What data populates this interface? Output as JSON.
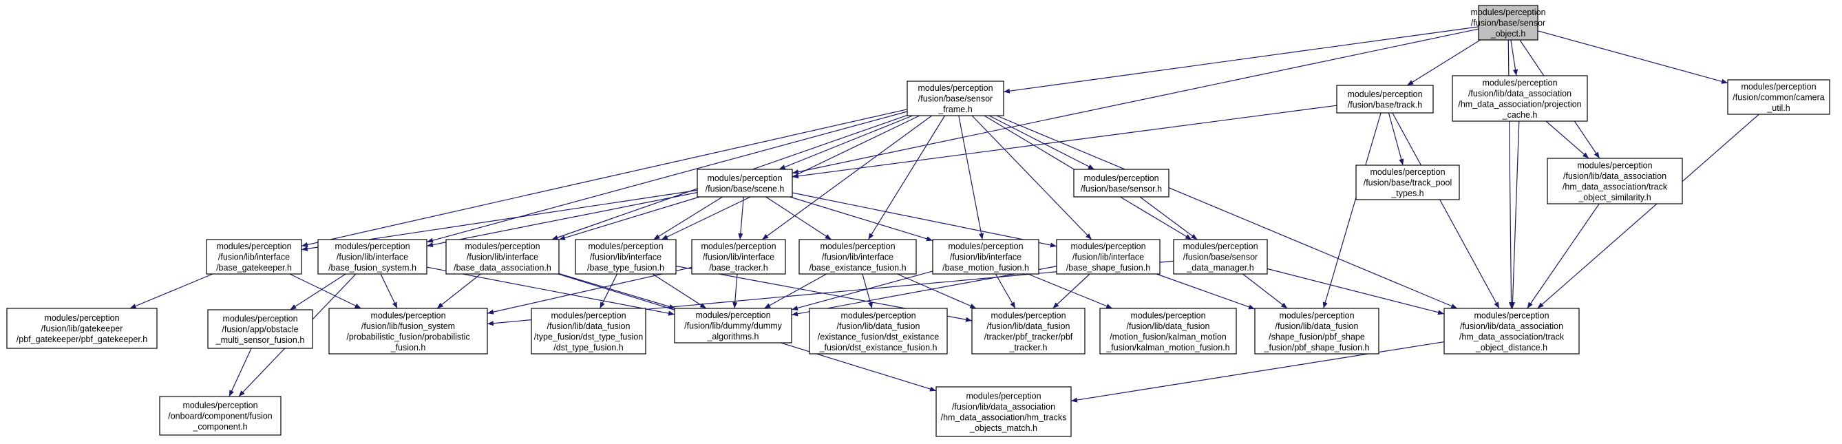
{
  "diagram": {
    "title": "",
    "edge_color": "#191970",
    "root_fill": "#bfbfbf",
    "nodes": [
      {
        "id": "sensor_object",
        "lines": [
          "modules/perception",
          "/fusion/base/sensor",
          "_object.h"
        ],
        "root": true
      },
      {
        "id": "sensor_frame",
        "lines": [
          "modules/perception",
          "/fusion/base/sensor",
          "_frame.h"
        ]
      },
      {
        "id": "track",
        "lines": [
          "modules/perception",
          "/fusion/base/track.h"
        ]
      },
      {
        "id": "projection_cache",
        "lines": [
          "modules/perception",
          "/fusion/lib/data_association",
          "/hm_data_association/projection",
          "_cache.h"
        ]
      },
      {
        "id": "camera_util",
        "lines": [
          "modules/perception",
          "/fusion/common/camera",
          "_util.h"
        ]
      },
      {
        "id": "scene",
        "lines": [
          "modules/perception",
          "/fusion/base/scene.h"
        ]
      },
      {
        "id": "sensor",
        "lines": [
          "modules/perception",
          "/fusion/base/sensor.h"
        ]
      },
      {
        "id": "track_pool_types",
        "lines": [
          "modules/perception",
          "/fusion/base/track_pool",
          "_types.h"
        ]
      },
      {
        "id": "track_object_similarity",
        "lines": [
          "modules/perception",
          "/fusion/lib/data_association",
          "/hm_data_association/track",
          "_object_similarity.h"
        ]
      },
      {
        "id": "base_gatekeeper",
        "lines": [
          "modules/perception",
          "/fusion/lib/interface",
          "/base_gatekeeper.h"
        ]
      },
      {
        "id": "base_fusion_system",
        "lines": [
          "modules/perception",
          "/fusion/lib/interface",
          "/base_fusion_system.h"
        ]
      },
      {
        "id": "base_data_association",
        "lines": [
          "modules/perception",
          "/fusion/lib/interface",
          "/base_data_association.h"
        ]
      },
      {
        "id": "base_type_fusion",
        "lines": [
          "modules/perception",
          "/fusion/lib/interface",
          "/base_type_fusion.h"
        ]
      },
      {
        "id": "base_tracker",
        "lines": [
          "modules/perception",
          "/fusion/lib/interface",
          "/base_tracker.h"
        ]
      },
      {
        "id": "base_existance_fusion",
        "lines": [
          "modules/perception",
          "/fusion/lib/interface",
          "/base_existance_fusion.h"
        ]
      },
      {
        "id": "base_motion_fusion",
        "lines": [
          "modules/perception",
          "/fusion/lib/interface",
          "/base_motion_fusion.h"
        ]
      },
      {
        "id": "base_shape_fusion",
        "lines": [
          "modules/perception",
          "/fusion/lib/interface",
          "/base_shape_fusion.h"
        ]
      },
      {
        "id": "sensor_data_manager",
        "lines": [
          "modules/perception",
          "/fusion/base/sensor",
          "_data_manager.h"
        ]
      },
      {
        "id": "pbf_gatekeeper",
        "lines": [
          "modules/perception",
          "/fusion/lib/gatekeeper",
          "/pbf_gatekeeper/pbf_gatekeeper.h"
        ]
      },
      {
        "id": "obstacle_multi_sensor_fusion",
        "lines": [
          "modules/perception",
          "/fusion/app/obstacle",
          "_multi_sensor_fusion.h"
        ]
      },
      {
        "id": "probabilistic_fusion",
        "lines": [
          "modules/perception",
          "/fusion/lib/fusion_system",
          "/probabilistic_fusion/probabilistic",
          "_fusion.h"
        ]
      },
      {
        "id": "dst_type_fusion",
        "lines": [
          "modules/perception",
          "/fusion/lib/data_fusion",
          "/type_fusion/dst_type_fusion",
          "/dst_type_fusion.h"
        ]
      },
      {
        "id": "dummy_algorithms",
        "lines": [
          "modules/perception",
          "/fusion/lib/dummy/dummy",
          "_algorithms.h"
        ]
      },
      {
        "id": "dst_existance_fusion",
        "lines": [
          "modules/perception",
          "/fusion/lib/data_fusion",
          "/existance_fusion/dst_existance",
          "_fusion/dst_existance_fusion.h"
        ]
      },
      {
        "id": "pbf_tracker",
        "lines": [
          "modules/perception",
          "/fusion/lib/data_fusion",
          "/tracker/pbf_tracker/pbf",
          "_tracker.h"
        ]
      },
      {
        "id": "kalman_motion_fusion",
        "lines": [
          "modules/perception",
          "/fusion/lib/data_fusion",
          "/motion_fusion/kalman_motion",
          "_fusion/kalman_motion_fusion.h"
        ]
      },
      {
        "id": "pbf_shape_fusion",
        "lines": [
          "modules/perception",
          "/fusion/lib/data_fusion",
          "/shape_fusion/pbf_shape",
          "_fusion/pbf_shape_fusion.h"
        ]
      },
      {
        "id": "track_object_distance",
        "lines": [
          "modules/perception",
          "/fusion/lib/data_association",
          "/hm_data_association/track",
          "_object_distance.h"
        ]
      },
      {
        "id": "fusion_component",
        "lines": [
          "modules/perception",
          "/onboard/component/fusion",
          "_component.h"
        ]
      },
      {
        "id": "hm_tracks_objects_match",
        "lines": [
          "modules/perception",
          "/fusion/lib/data_association",
          "/hm_data_association/hm_tracks",
          "_objects_match.h"
        ]
      }
    ],
    "edges": [
      [
        "sensor_frame",
        "sensor_object"
      ],
      [
        "track",
        "sensor_object"
      ],
      [
        "projection_cache",
        "sensor_object"
      ],
      [
        "camera_util",
        "sensor_object"
      ],
      [
        "scene",
        "sensor_object"
      ],
      [
        "track_object_similarity",
        "sensor_object"
      ],
      [
        "track_object_distance",
        "sensor_object"
      ],
      [
        "scene",
        "sensor_frame"
      ],
      [
        "sensor",
        "sensor_frame"
      ],
      [
        "base_gatekeeper",
        "sensor_frame"
      ],
      [
        "base_fusion_system",
        "sensor_frame"
      ],
      [
        "base_data_association",
        "sensor_frame"
      ],
      [
        "base_type_fusion",
        "sensor_frame"
      ],
      [
        "base_tracker",
        "sensor_frame"
      ],
      [
        "base_existance_fusion",
        "sensor_frame"
      ],
      [
        "base_motion_fusion",
        "sensor_frame"
      ],
      [
        "base_shape_fusion",
        "sensor_frame"
      ],
      [
        "sensor_data_manager",
        "sensor_frame"
      ],
      [
        "track_object_distance",
        "sensor_frame"
      ],
      [
        "scene",
        "track"
      ],
      [
        "track_pool_types",
        "track"
      ],
      [
        "pbf_shape_fusion",
        "track"
      ],
      [
        "track_object_distance",
        "track"
      ],
      [
        "track_object_distance",
        "projection_cache"
      ],
      [
        "track_object_similarity",
        "projection_cache"
      ],
      [
        "track_object_distance",
        "camera_util"
      ],
      [
        "base_gatekeeper",
        "scene"
      ],
      [
        "base_fusion_system",
        "scene"
      ],
      [
        "base_data_association",
        "scene"
      ],
      [
        "base_type_fusion",
        "scene"
      ],
      [
        "base_tracker",
        "scene"
      ],
      [
        "base_existance_fusion",
        "scene"
      ],
      [
        "base_motion_fusion",
        "scene"
      ],
      [
        "base_shape_fusion",
        "scene"
      ],
      [
        "sensor_data_manager",
        "sensor"
      ],
      [
        "track_object_distance",
        "track_object_similarity"
      ],
      [
        "pbf_gatekeeper",
        "base_gatekeeper"
      ],
      [
        "probabilistic_fusion",
        "base_gatekeeper"
      ],
      [
        "obstacle_multi_sensor_fusion",
        "base_fusion_system"
      ],
      [
        "probabilistic_fusion",
        "base_fusion_system"
      ],
      [
        "dummy_algorithms",
        "base_fusion_system"
      ],
      [
        "fusion_component",
        "base_fusion_system"
      ],
      [
        "probabilistic_fusion",
        "base_data_association"
      ],
      [
        "dummy_algorithms",
        "base_data_association"
      ],
      [
        "hm_tracks_objects_match",
        "base_data_association"
      ],
      [
        "dst_type_fusion",
        "base_type_fusion"
      ],
      [
        "dummy_algorithms",
        "base_type_fusion"
      ],
      [
        "pbf_tracker",
        "base_type_fusion"
      ],
      [
        "probabilistic_fusion",
        "base_tracker"
      ],
      [
        "dummy_algorithms",
        "base_tracker"
      ],
      [
        "dst_existance_fusion",
        "base_existance_fusion"
      ],
      [
        "dummy_algorithms",
        "base_existance_fusion"
      ],
      [
        "pbf_tracker",
        "base_existance_fusion"
      ],
      [
        "kalman_motion_fusion",
        "base_motion_fusion"
      ],
      [
        "dummy_algorithms",
        "base_motion_fusion"
      ],
      [
        "pbf_tracker",
        "base_motion_fusion"
      ],
      [
        "pbf_shape_fusion",
        "base_shape_fusion"
      ],
      [
        "dummy_algorithms",
        "base_shape_fusion"
      ],
      [
        "pbf_tracker",
        "base_shape_fusion"
      ],
      [
        "probabilistic_fusion",
        "sensor_data_manager"
      ],
      [
        "pbf_shape_fusion",
        "sensor_data_manager"
      ],
      [
        "track_object_distance",
        "sensor_data_manager"
      ],
      [
        "fusion_component",
        "obstacle_multi_sensor_fusion"
      ],
      [
        "hm_tracks_objects_match",
        "track_object_distance"
      ]
    ]
  }
}
